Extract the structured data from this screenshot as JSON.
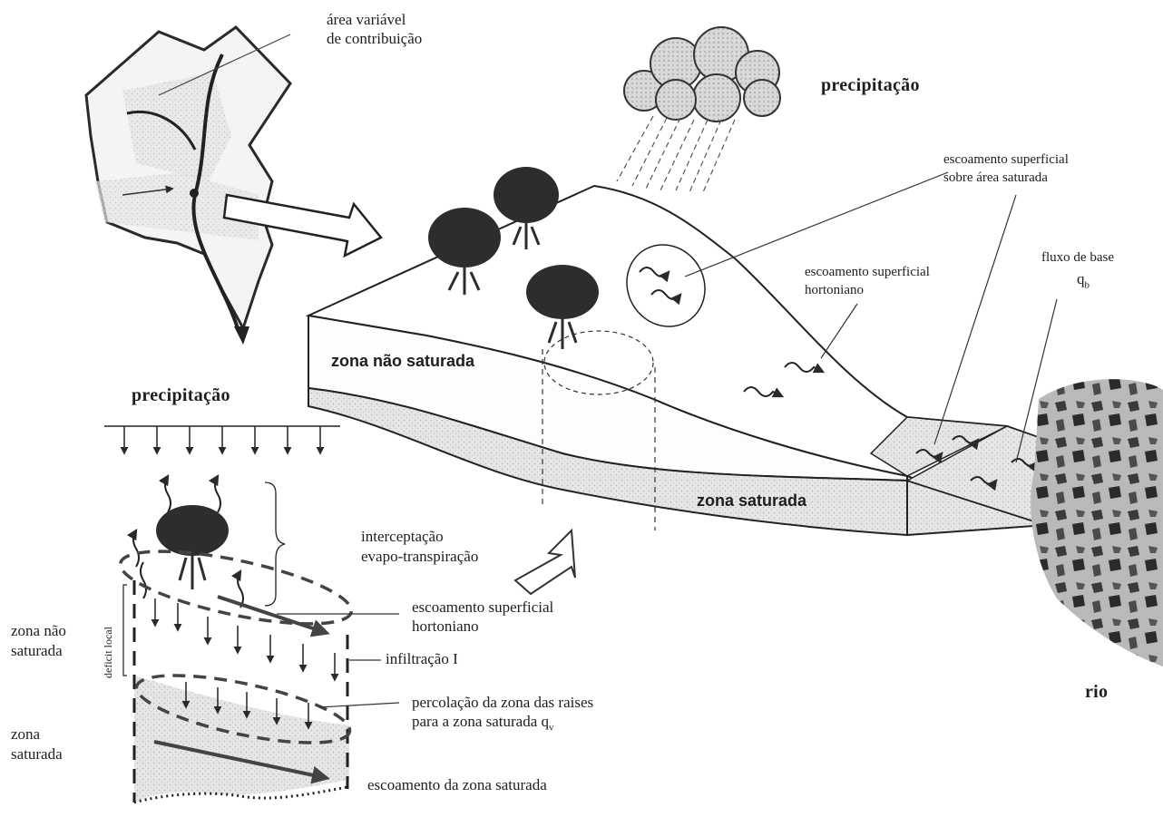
{
  "catchment": {
    "label_line1": "área variável",
    "label_line2": "de contribuição"
  },
  "hillslope": {
    "precip_label": "precipitação",
    "saturated_overland_line1": "escoamento superficial",
    "saturated_overland_line2": "sobre área saturada",
    "hortonian_line1": "escoamento superficial",
    "hortonian_line2": "hortoniano",
    "baseflow_line1": "fluxo de base",
    "baseflow_symbol": "q",
    "baseflow_subscript": "b",
    "unsaturated_zone": "zona não saturada",
    "saturated_zone": "zona saturada",
    "river": "rio"
  },
  "column": {
    "precip_label": "precipitação",
    "interception_line1": "interceptação",
    "interception_line2": "evapo-transpiração",
    "hortonian_line1": "escoamento superficial",
    "hortonian_line2": "hortoniano",
    "infiltration": "infiltração I",
    "percolation_line1": "percolação da zona das raises",
    "percolation_line2": "para a zona saturada q",
    "percolation_subscript": "v",
    "saturated_flow": "escoamento da zona saturada",
    "deficit_label": "deficit local",
    "unsat_line1": "zona não",
    "unsat_line2": "saturada",
    "sat_line1": "zona",
    "sat_line2": "saturada"
  }
}
